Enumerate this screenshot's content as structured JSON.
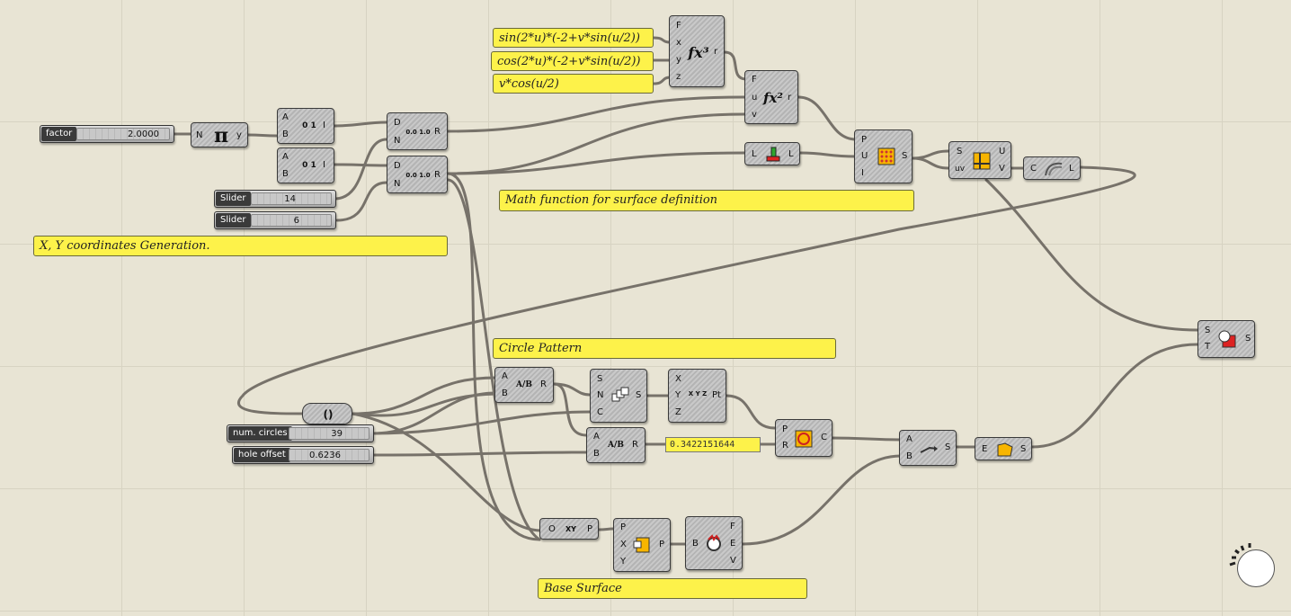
{
  "canvas": {
    "background": "#e8e4d4",
    "wire_color": "#77726a"
  },
  "notes": {
    "xy_generation": "X, Y coordinates Generation.",
    "math_function": "Math function for surface definition",
    "circle_pattern": "Circle Pattern",
    "base_surface": "Base Surface"
  },
  "expressions": {
    "e1": "sin(2*u)*(-2+v*sin(u/2))",
    "e2": "cos(2*u)*(-2+v*sin(u/2))",
    "e3": "v*cos(u/2)"
  },
  "sliders": {
    "factor": {
      "label": "factor",
      "value": "2.0000"
    },
    "slider1": {
      "label": "Slider",
      "value": "14"
    },
    "slider2": {
      "label": "Slider",
      "value": "6"
    },
    "num_circles": {
      "label": "num. circles",
      "value": "39"
    },
    "hole_offset": {
      "label": "hole offset",
      "value": "0.6236"
    }
  },
  "panel_value": "0.3422151644",
  "components": {
    "pi": {
      "icon": "π",
      "in": [
        "N"
      ],
      "out": [
        "y"
      ]
    },
    "range1": {
      "in": [
        "A",
        "B"
      ],
      "out": [
        "I"
      ],
      "icon_text": "0 1"
    },
    "range2": {
      "in": [
        "A",
        "B"
      ],
      "out": [
        "I"
      ],
      "icon_text": "0 1"
    },
    "divide1": {
      "in": [
        "D",
        "N"
      ],
      "out": [
        "R"
      ],
      "icon_text": "0.0 1.0"
    },
    "divide2": {
      "in": [
        "D",
        "N"
      ],
      "out": [
        "R"
      ],
      "icon_text": "0.0 1.0"
    },
    "eval3": {
      "icon": "fx³",
      "in": [
        "F",
        "x",
        "y",
        "z"
      ],
      "out": [
        "r"
      ]
    },
    "eval2": {
      "icon": "fx²",
      "in": [
        "F",
        "u",
        "v"
      ],
      "out": [
        "r"
      ]
    },
    "listlen": {
      "in": [
        "L"
      ],
      "out": [
        "L"
      ]
    },
    "surfgrid": {
      "in": [
        "P",
        "U",
        "I"
      ],
      "out": [
        "S"
      ]
    },
    "isocurve": {
      "in": [
        "S",
        "uv"
      ],
      "out": [
        "U",
        "V"
      ]
    },
    "loft": {
      "in": [
        "C"
      ],
      "out": [
        "L"
      ]
    },
    "trim": {
      "in": [
        "S",
        "T"
      ],
      "out": [
        "S"
      ]
    },
    "polar": {
      "in": [
        "S",
        "N",
        "C"
      ],
      "out": [
        "S"
      ]
    },
    "divA": {
      "icon": "A/B",
      "in": [
        "A",
        "B"
      ],
      "out": [
        "R"
      ]
    },
    "divB": {
      "icon": "A/B",
      "in": [
        "A",
        "B"
      ],
      "out": [
        "R"
      ]
    },
    "vecxyz": {
      "icon_text": "X Y Z",
      "in": [
        "X",
        "Y",
        "Z"
      ],
      "out": [
        "Pt"
      ]
    },
    "circle": {
      "in": [
        "P",
        "R"
      ],
      "out": [
        "C"
      ]
    },
    "join": {
      "in": [
        "A",
        "B"
      ],
      "out": [
        "S"
      ]
    },
    "bsurf": {
      "in": [
        "E"
      ],
      "out": [
        "S"
      ]
    },
    "xyplane": {
      "icon_text": "XY",
      "in": [
        "O"
      ],
      "out": [
        "P"
      ]
    },
    "rect": {
      "in": [
        "P",
        "X",
        "Y"
      ],
      "out": [
        "P"
      ]
    },
    "edges": {
      "in": [
        "B"
      ],
      "out": [
        "F",
        "E",
        "V"
      ]
    },
    "series": {
      "icon_text": "()"
    }
  }
}
